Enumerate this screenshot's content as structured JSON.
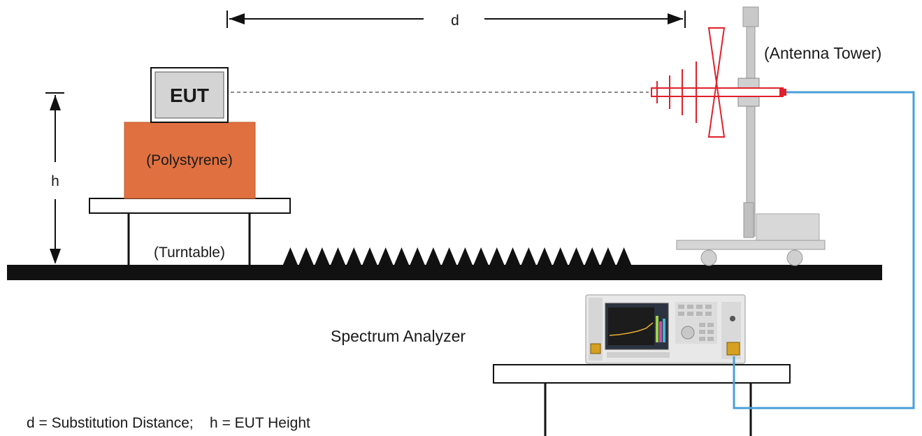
{
  "labels": {
    "distance": "d",
    "height": "h",
    "eut": "EUT",
    "polystyrene": "(Polystyrene)",
    "turntable": "(Turntable)",
    "antenna_tower": "(Antenna Tower)",
    "spectrum_analyzer": "Spectrum Analyzer",
    "legend": "d = Substitution Distance;    h = EUT Height"
  },
  "colors": {
    "polystyrene": "#e07040",
    "antenna": "#e0202a",
    "cable": "#4a9fd8",
    "tower": "#c8c8c8",
    "ground": "#111111",
    "eut_fill": "#d4d4d4"
  }
}
